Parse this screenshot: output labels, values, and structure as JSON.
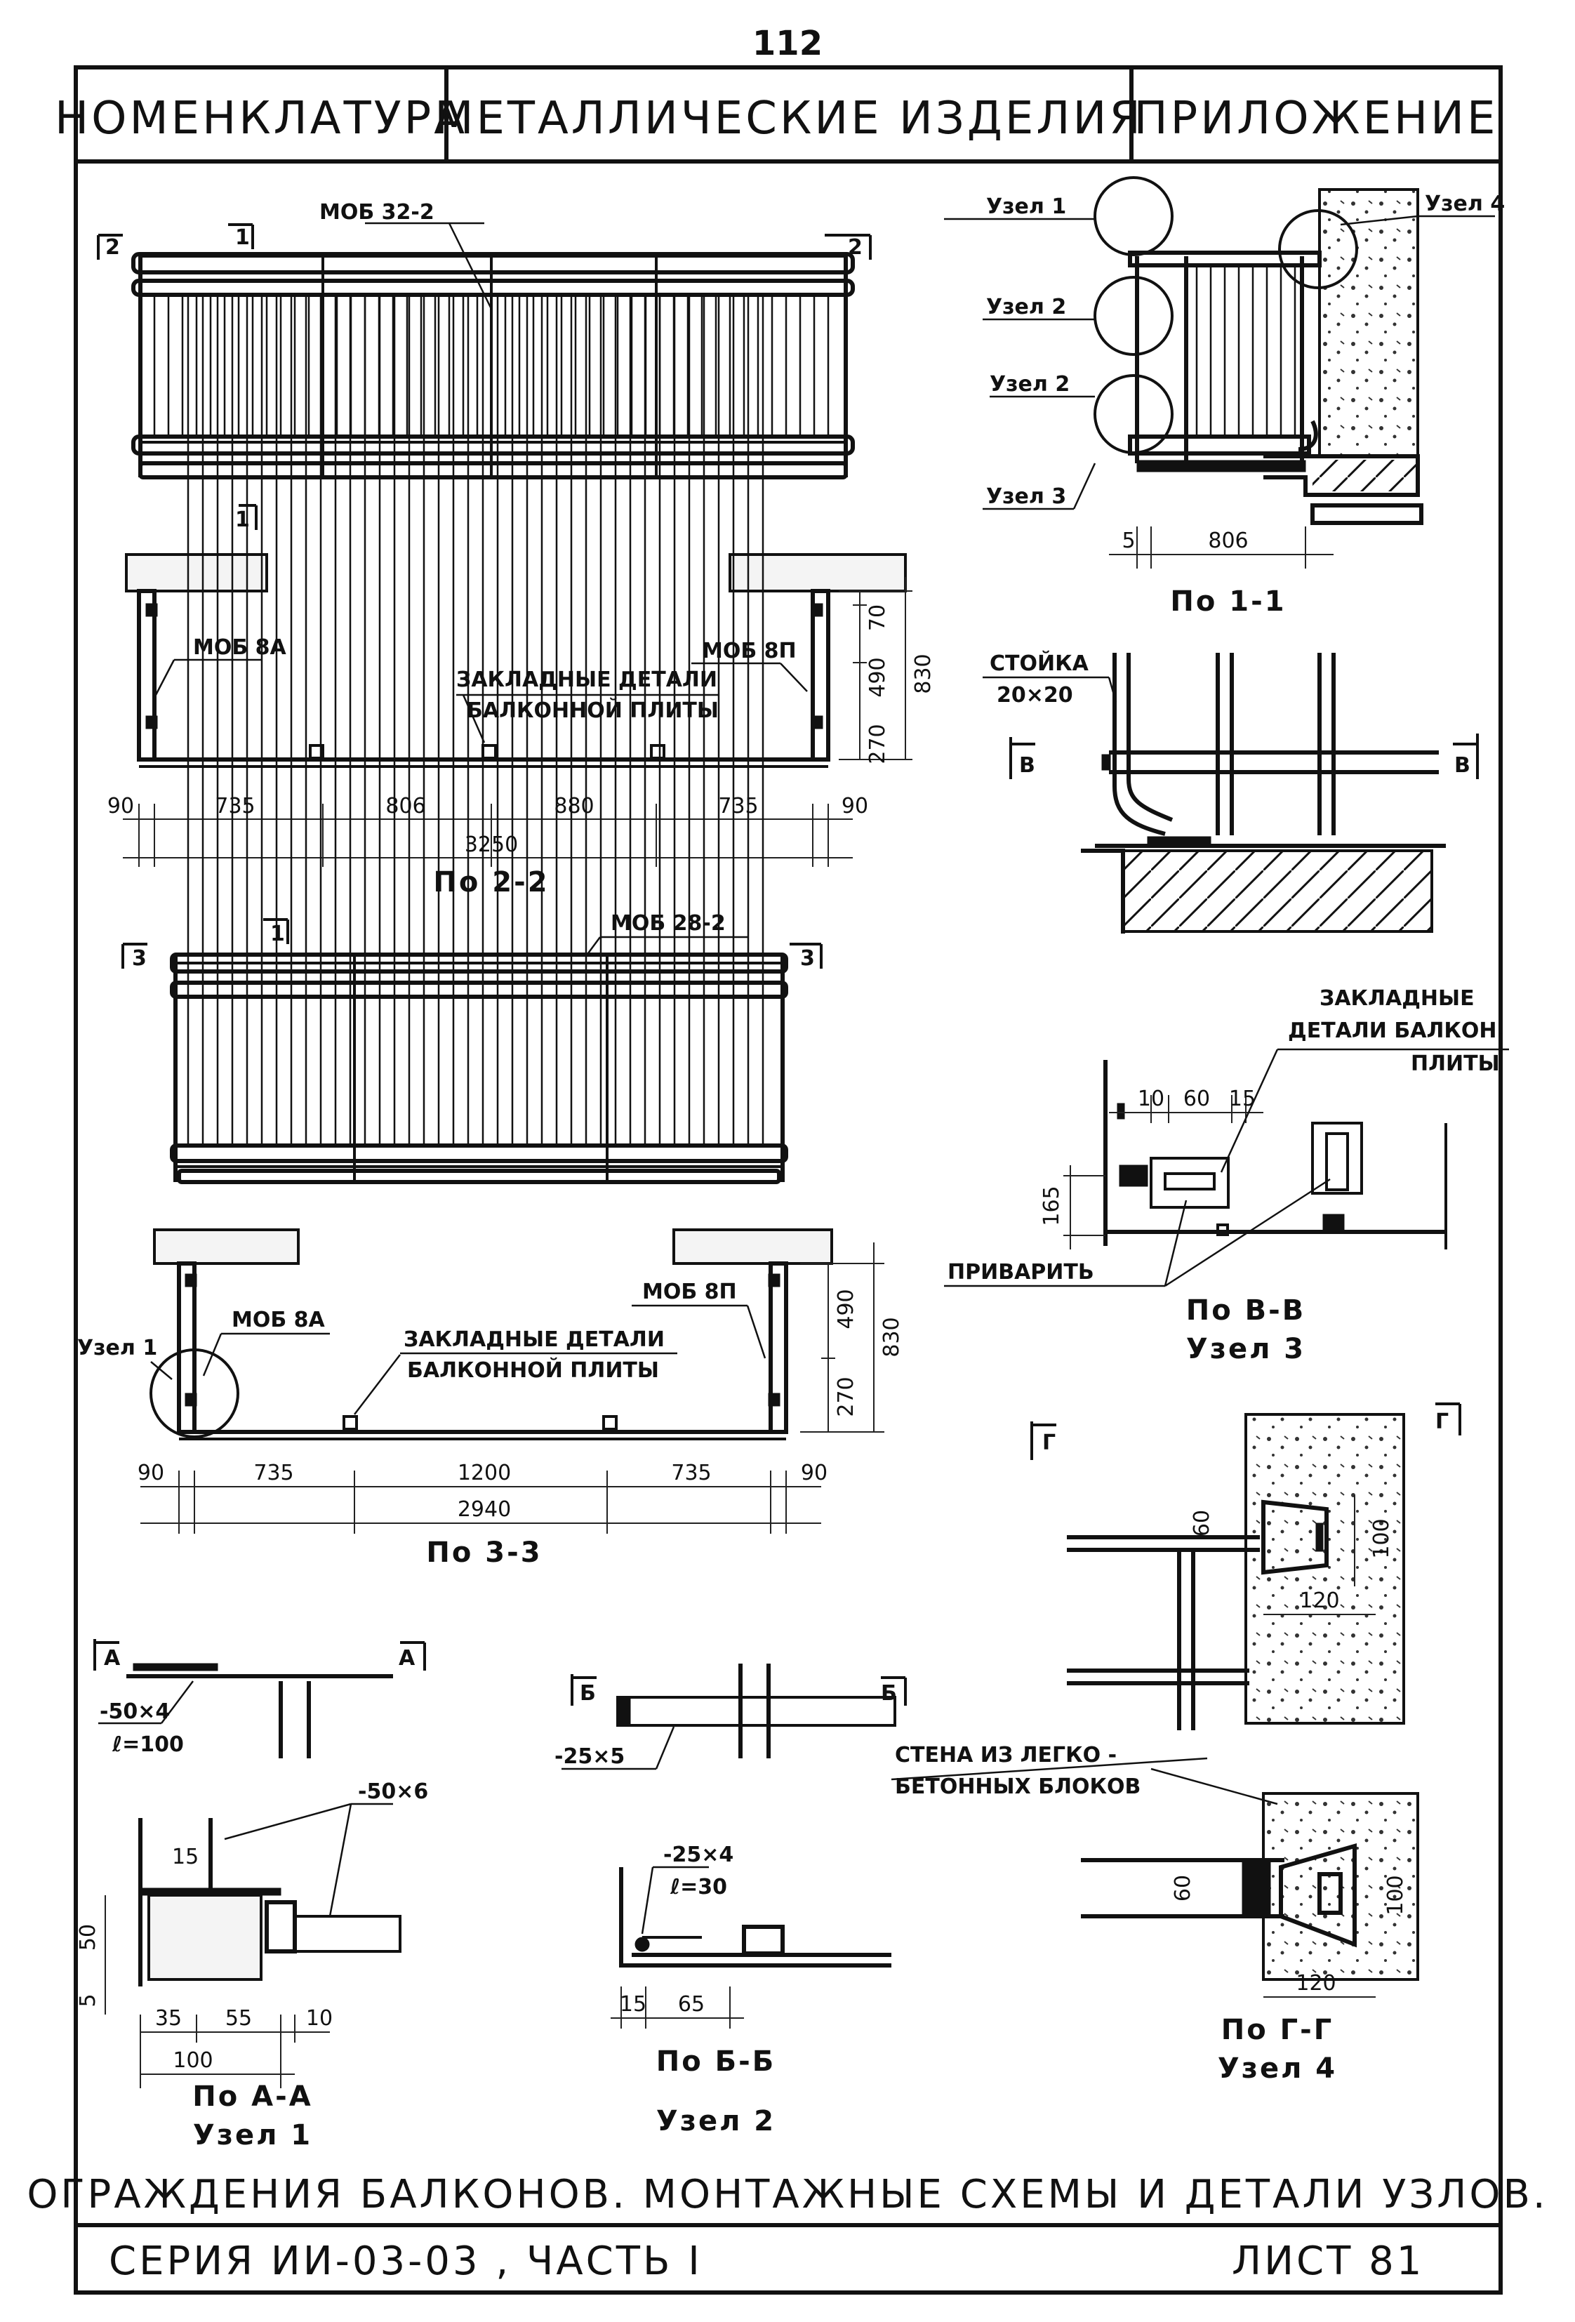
{
  "page_number": "112",
  "header": {
    "nomenclature": "НОМЕНКЛАТУРА",
    "title": "МЕТАЛЛИЧЕСКИЕ ИЗДЕЛИЯ",
    "appendix": "ПРИЛОЖЕНИЕ"
  },
  "footer": {
    "caption": "ОГРАЖДЕНИЯ БАЛКОНОВ. МОНТАЖНЫЕ СХЕМЫ И ДЕТАЛИ УЗЛОВ.",
    "series": "СЕРИЯ ИИ-03-03 , ЧАСТЬ I",
    "sheet": "ЛИСТ 81"
  },
  "drawing1": {
    "mark": "МОБ 32-2",
    "sec_left": "2",
    "sec_top": "1",
    "sec_right": "2",
    "plan_sec": "1",
    "plan_caption": "По 2-2",
    "left_piece": "МОБ 8А",
    "right_piece": "МОБ 8П",
    "embedded_1": "ЗАКЛАДНЫЕ ДЕТАЛИ",
    "embedded_2": "БАЛКОННОЙ ПЛИТЫ",
    "dims_bottom": [
      "90",
      "735",
      "806",
      "880",
      "735",
      "90"
    ],
    "total": "3250",
    "dims_right": [
      "70",
      "490",
      "270"
    ],
    "dim_total_right": "830"
  },
  "drawing2": {
    "mark": "МОБ 28-2",
    "sec_left": "3",
    "sec_top": "1",
    "sec_right": "3",
    "plan_caption": "По 3-3",
    "node_label": "Узел 1",
    "left_piece": "МОБ 8А",
    "right_piece": "МОБ 8П",
    "embedded_1": "ЗАКЛАДНЫЕ ДЕТАЛИ",
    "embedded_2": "БАЛКОННОЙ ПЛИТЫ",
    "dims_bottom": [
      "90",
      "735",
      "1200",
      "735",
      "90"
    ],
    "total": "2940",
    "dims_right": [
      "490",
      "270"
    ],
    "dim_total_right": "830"
  },
  "section11": {
    "node1": "Узел 1",
    "node2a": "Узел 2",
    "node2b": "Узел 2",
    "node3": "Узел 3",
    "node4": "Узел 4",
    "dim_a": "5",
    "dim_b": "806",
    "caption": "По 1-1"
  },
  "section_bb": {
    "post_1": "СТОЙКА",
    "post_2": "20×20",
    "mark_left": "В",
    "mark_right": "В"
  },
  "node3": {
    "embedded_1": "ЗАКЛАДНЫЕ",
    "embedded_2": "ДЕТАЛИ БАЛКОН.",
    "embedded_3": "ПЛИТЫ",
    "dims_top": [
      "10",
      "60",
      "15"
    ],
    "dim_left": "165",
    "weld": "ПРИВАРИТЬ",
    "caption_1": "По В-В",
    "caption_2": "Узел 3"
  },
  "node4": {
    "mark_left": "Г",
    "mark_right": "Г",
    "dim_60": "60",
    "dim_100": "100",
    "dim_120": "120",
    "wall_1": "СТЕНА ИЗ ЛЕГКО -",
    "wall_2": "БЕТОННЫХ БЛОКОВ",
    "dim_60b": "60",
    "dim_100b": "100",
    "dim_120b": "120",
    "caption_1": "По Г-Г",
    "caption_2": "Узел 4"
  },
  "node1": {
    "mark_left": "А",
    "mark_right": "А",
    "strip_1": "-50×4",
    "strip_2": "ℓ=100",
    "plate": "-50×6",
    "dim_15": "15",
    "dim_50": "50",
    "dim_5": "5",
    "dims_bottom": [
      "35",
      "55",
      "10"
    ],
    "total": "100",
    "caption_1": "По А-А",
    "caption_2": "Узел 1"
  },
  "node2": {
    "mark_left": "Б",
    "mark_right": "Б",
    "strip": "-25×5",
    "plate_1": "-25×4",
    "plate_2": "ℓ=30",
    "dims": [
      "15",
      "65"
    ],
    "caption_1": "По Б-Б",
    "caption_2": "Узел 2"
  }
}
